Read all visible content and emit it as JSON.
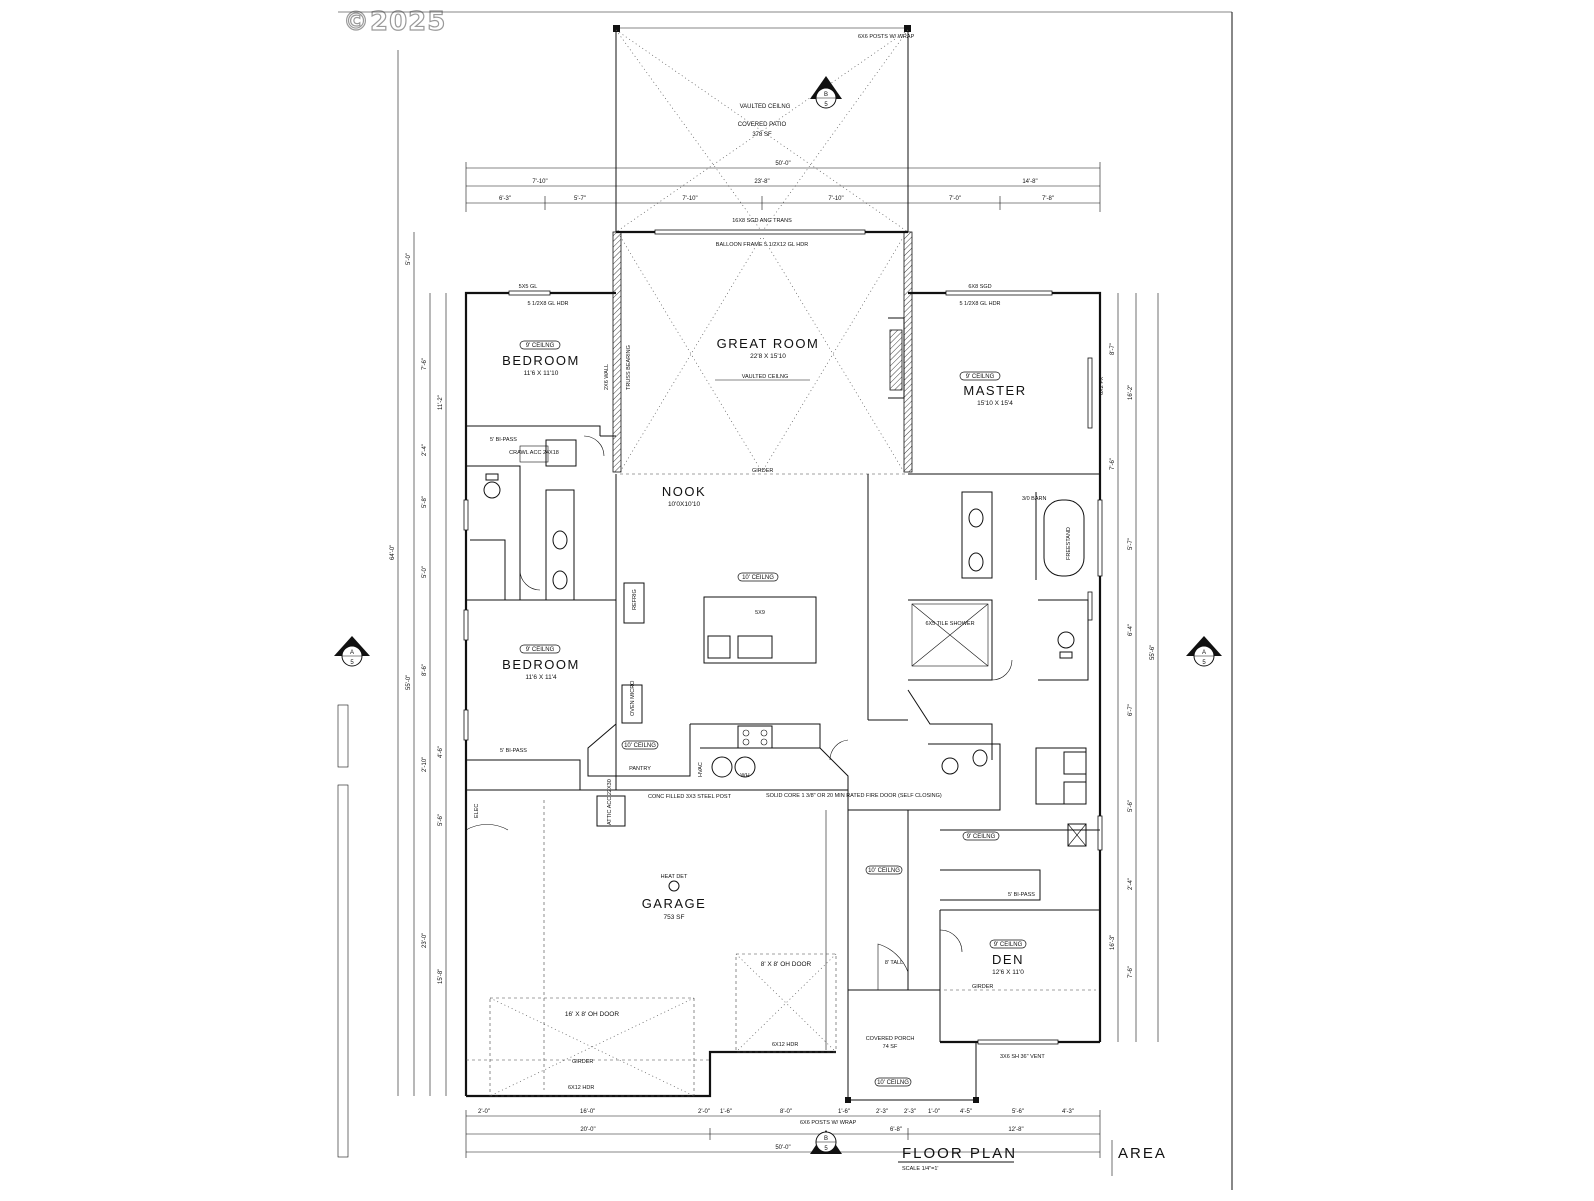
{
  "watermark": "©2025",
  "sheet": {
    "title": "FLOOR PLAN",
    "scale": "SCALE 1/4\"=1'",
    "area_label": "AREA"
  },
  "rooms": {
    "great_room": {
      "name": "GREAT ROOM",
      "size": "22'8 X 15'10",
      "ceiling": "VAULTED CEILNG"
    },
    "bedroom_top": {
      "name": "BEDROOM",
      "size": "11'6 X 11'10",
      "ceiling": "9' CEILNG"
    },
    "bedroom_bottom": {
      "name": "BEDROOM",
      "size": "11'6 X 11'4",
      "ceiling": "9' CEILNG"
    },
    "master": {
      "name": "MASTER",
      "size": "15'10 X 15'4",
      "ceiling": "9' CEILNG"
    },
    "nook": {
      "name": "NOOK",
      "size": "10'0X10'10",
      "ceiling": "10' CEILNG"
    },
    "garage": {
      "name": "GARAGE",
      "size": "753 SF",
      "heat": "HEAT DET"
    },
    "den": {
      "name": "DEN",
      "size": "12'6 X 11'0",
      "ceiling": "9' CEILNG"
    },
    "covered_patio": {
      "name": "COVERED PATIO",
      "size": "378 SF",
      "ceiling": "VAULTED CEILNG"
    },
    "covered_porch": {
      "name": "COVERED PORCH",
      "size": "74 SF"
    },
    "pantry": {
      "name": "PANTRY"
    }
  },
  "notes": {
    "posts_top": "6X6 POSTS W/ WRAP",
    "slider_top": "16X8 SGD ANG TRANS",
    "balloon": "BALLOON FRAME 5 1/2X12 GL HDR",
    "girder": "GIRDER",
    "master_sgd": "6X8 SGD",
    "master_hdr": "5 1/2X8 GL HDR",
    "bed_gl": "5X5 GL",
    "bed_hdr": "5 1/2X8 GL HDR",
    "bypass": "5' BI-PASS",
    "crawl": "CRAWL ACC 24X18",
    "island": "5X9",
    "fire_door": "SOLID CORE 1 3/8\" OR 20 MIN RATED FIRE DOOR (SELF CLOSING)",
    "steel_post": "CONC FILLED 3X3 STEEL POST",
    "garage_door_big": "16' X 8' OH DOOR",
    "garage_door_small": "8' X 8' OH DOOR",
    "hdr_big": "6X12 HDR",
    "hdr_small": "6X12 HDR",
    "shower": "6X5 TILE SHOWER",
    "freestand": "FREESTAND",
    "barn": "3/0 BARN",
    "tall": "8' TALL",
    "porch_posts": "6X6 POSTS W/ WRAP",
    "den_windows": "3X6 SH 36\" VENT",
    "elec": "ELEC",
    "attic": "ATTIC ACC 22X30",
    "refrig": "REFRIG",
    "oven": "OVEN MICRO",
    "wh": "WH",
    "hvac": "HVAC",
    "trussbearing": "TRUSS BEARING",
    "wall_2x6": "2X6 WALL",
    "fx": "6X2 FX"
  },
  "dims_top_outer": [
    "7'-10\"",
    "23'-8\"",
    "14'-8\""
  ],
  "dims_top_inner": [
    "6'-3\"",
    "5'-7\"",
    "7'-10\"",
    "7'-10\"",
    "7'-0\"",
    "7'-8\""
  ],
  "dim_top_total": "50'-0\"",
  "dims_bottom_inner": [
    "2'-0\"",
    "16'-0\"",
    "2'-0\"",
    "1'-6\"",
    "8'-0\"",
    "1'-6\"",
    "2'-3\"",
    "2'-3\"",
    "1'-0\"",
    "4'-5\"",
    "5'-6\"",
    "4'-3\""
  ],
  "dims_bottom_mid": [
    "20'-0\"",
    "6'-8\"",
    "12'-8\""
  ],
  "dim_bottom_total": "50'-0\"",
  "dims_left": [
    "5'-0\"",
    "7'-6\"",
    "11'-2\"",
    "2'-4\"",
    "5'-8\"",
    "5'-0\"",
    "8'-6\"",
    "4'-6\"",
    "2'-10\"",
    "5'-6\"",
    "15'-8\""
  ],
  "dims_left_total": [
    "64'-0\"",
    "55'-0\"",
    "23'-0\""
  ],
  "dims_right": [
    "8'-7\"",
    "16'-2\"",
    "7'-6\"",
    "5'-7\"",
    "6'-4\"",
    "6'-7\"",
    "5'-6\"",
    "2'-4\"",
    "16'-3\"",
    "7'-6\""
  ],
  "dims_right_total": "55'-6\"",
  "section_marks": {
    "left": "A",
    "right": "A",
    "top": "B",
    "bottom": "B",
    "sheet": "5"
  }
}
